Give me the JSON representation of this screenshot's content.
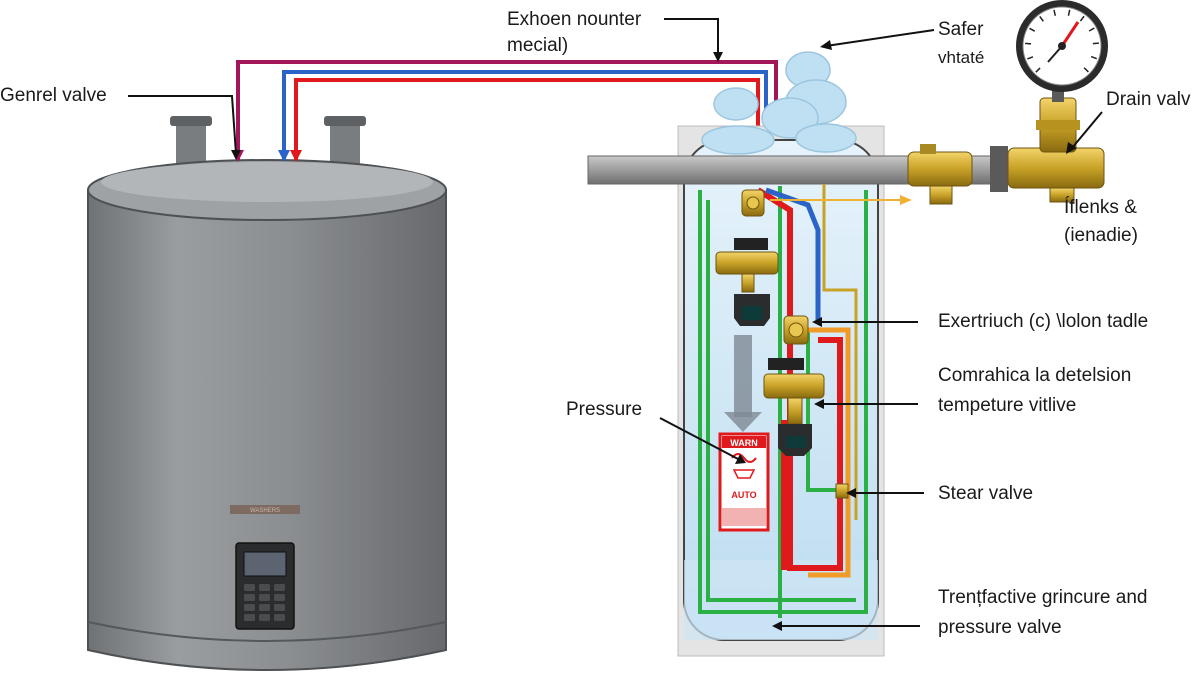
{
  "labels": {
    "top_callout_line1": "Exhoen nounter",
    "top_callout_line2": "mecial)",
    "general_valve": "Genrel valve",
    "safety_line1": "Safer",
    "safety_line2": "vhtaté",
    "drain_valve": "Drain valv",
    "flenks_line1": "Íflenks &",
    "flenks_line2": "(ienadie)",
    "exertruch": "Exertriuch (c) \\lolon tadle",
    "comrahica_line1": "Comrahica la detelsion",
    "comrahica_line2": "tempeture vitlive",
    "pressure": "Pressure",
    "stear_valve": "Stear valve",
    "trenfactive_line1": "Trențfactive grincure and",
    "trenfactive_line2": "pressure valve"
  },
  "tank_plate_text": "WASHERS",
  "warning_sign": {
    "line1": "WARN",
    "line2": "AUTO"
  },
  "colors": {
    "hot_pipe": "#e0191c",
    "cold_pipe": "#2a64c8",
    "return_pipe": "#a3175a",
    "green_pipe": "#2bb046",
    "orange_pipe": "#f09a28",
    "brass": "#c8a227",
    "tank_body": "#8a8d90"
  }
}
